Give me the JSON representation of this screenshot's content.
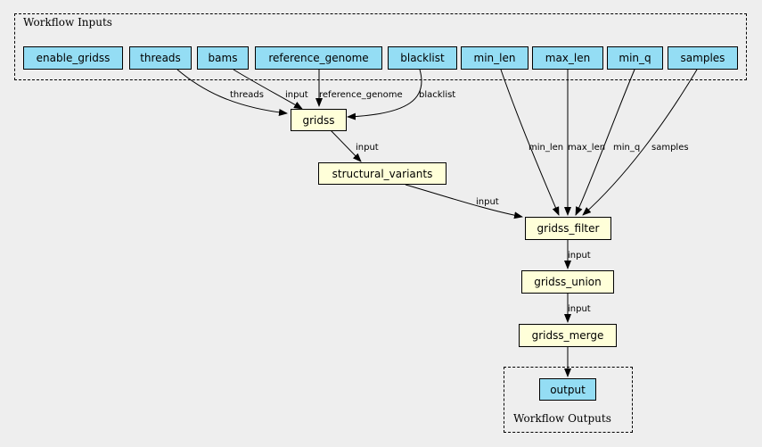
{
  "clusters": {
    "inputs_label": "Workflow Inputs",
    "outputs_label": "Workflow Outputs"
  },
  "colors": {
    "input_fill": "#94ddf4",
    "step_fill": "#ffffd9",
    "background": "#eeeeee"
  },
  "inputs": {
    "enable_gridss": "enable_gridss",
    "threads": "threads",
    "bams": "bams",
    "reference_genome": "reference_genome",
    "blacklist": "blacklist",
    "min_len": "min_len",
    "max_len": "max_len",
    "min_q": "min_q",
    "samples": "samples"
  },
  "steps": {
    "gridss": "gridss",
    "structural_variants": "structural_variants",
    "gridss_filter": "gridss_filter",
    "gridss_union": "gridss_union",
    "gridss_merge": "gridss_merge"
  },
  "outputs": {
    "output": "output"
  },
  "edge_labels": {
    "threads": "threads",
    "bams_input": "input",
    "reference_genome": "reference_genome",
    "blacklist": "blacklist",
    "gridss_input": "input",
    "sv_input": "input",
    "min_len": "min_len",
    "max_len": "max_len",
    "min_q": "min_q",
    "samples": "samples",
    "filter_input": "input",
    "union_input": "input"
  }
}
